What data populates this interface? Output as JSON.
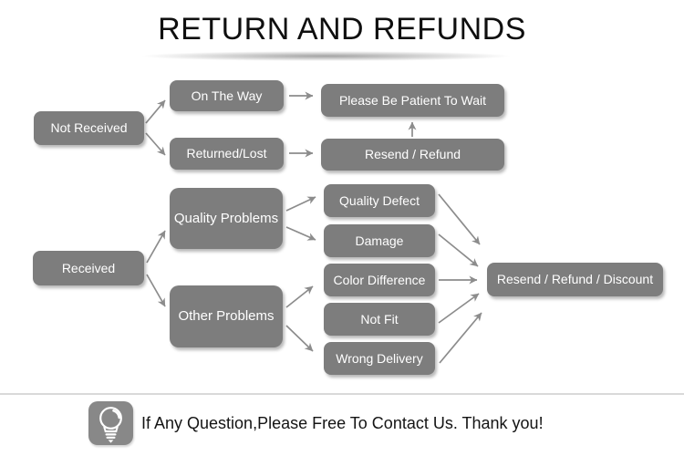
{
  "page": {
    "title": "RETURN AND REFUNDS"
  },
  "flowchart": {
    "nodes": {
      "not_received": "Not Received",
      "on_the_way": "On The Way",
      "returned_lost": "Returned/Lost",
      "please_wait": "Please Be Patient To Wait",
      "resend_refund": "Resend / Refund",
      "received": "Received",
      "quality_problems": "Quality Problems",
      "other_problems": "Other Problems",
      "quality_defect": "Quality Defect",
      "damage": "Damage",
      "color_difference": "Color Difference",
      "not_fit": "Not Fit",
      "wrong_delivery": "Wrong Delivery",
      "resend_refund_discount": "Resend / Refund / Discount"
    },
    "edges": [
      {
        "from": "not_received",
        "to": "on_the_way"
      },
      {
        "from": "not_received",
        "to": "returned_lost"
      },
      {
        "from": "on_the_way",
        "to": "please_wait"
      },
      {
        "from": "returned_lost",
        "to": "resend_refund"
      },
      {
        "from": "resend_refund",
        "to": "please_wait"
      },
      {
        "from": "received",
        "to": "quality_problems"
      },
      {
        "from": "received",
        "to": "other_problems"
      },
      {
        "from": "quality_problems",
        "to": "quality_defect"
      },
      {
        "from": "quality_problems",
        "to": "damage"
      },
      {
        "from": "other_problems",
        "to": "color_difference"
      },
      {
        "from": "other_problems",
        "to": "wrong_delivery"
      },
      {
        "from": "quality_defect",
        "to": "resend_refund_discount"
      },
      {
        "from": "damage",
        "to": "resend_refund_discount"
      },
      {
        "from": "color_difference",
        "to": "resend_refund_discount"
      },
      {
        "from": "not_fit",
        "to": "resend_refund_discount"
      },
      {
        "from": "wrong_delivery",
        "to": "resend_refund_discount"
      }
    ]
  },
  "footer": {
    "icon": "light-bulb-icon",
    "message": "If Any Question,Please Free To Contact Us. Thank you!"
  },
  "colors": {
    "node_fill": "#7d7d7d",
    "node_text": "#ffffff",
    "arrow": "#8c8c8c",
    "title_text": "#0f0f0f",
    "divider": "#d9d9d9",
    "badge_fill": "#888888"
  }
}
